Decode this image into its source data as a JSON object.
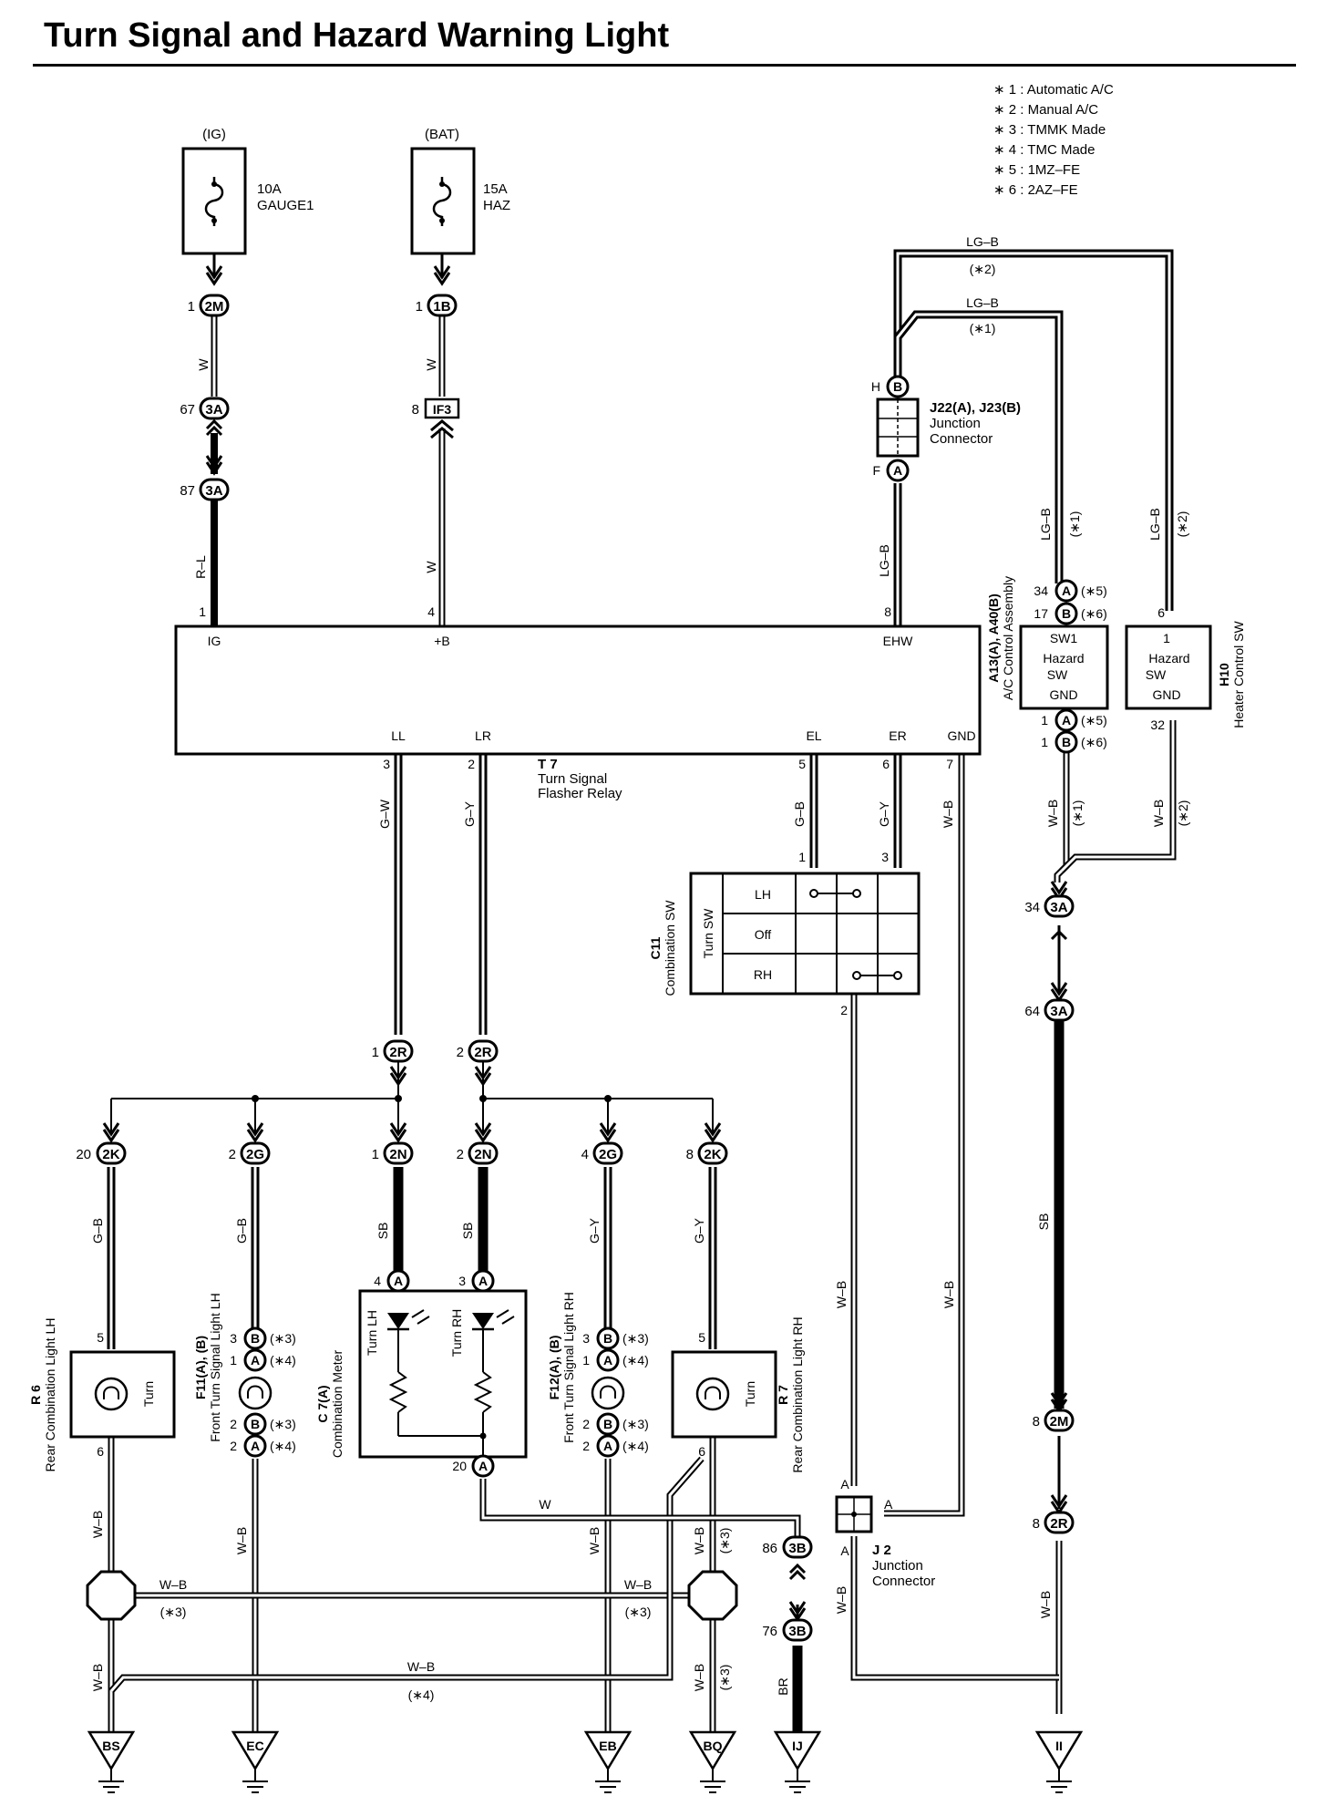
{
  "title": "Turn Signal and Hazard Warning Light",
  "notes": [
    "∗ 1 : Automatic A/C",
    "∗ 2 : Manual A/C",
    "∗ 3 : TMMK Made",
    "∗ 4 : TMC Made",
    "∗ 5 : 1MZ–FE",
    "∗ 6 : 2AZ–FE"
  ],
  "fuses": {
    "ig": {
      "source": "(IG)",
      "rating": "10A",
      "name": "GAUGE1"
    },
    "bat": {
      "source": "(BAT)",
      "rating": "15A",
      "name": "HAZ"
    }
  },
  "connectors": {
    "c2M": "2M",
    "c1B": "1B",
    "c3A": "3A",
    "cIF3": "IF3",
    "cB": "B",
    "cA": "A",
    "c2R": "2R",
    "c2K": "2K",
    "c2G": "2G",
    "c2N": "2N",
    "c3B": "3B"
  },
  "pins": {
    "p1": "1",
    "p67": "67",
    "p87": "87",
    "p8": "8",
    "p4": "4",
    "p3": "3",
    "p2": "2",
    "p5": "5",
    "p6": "6",
    "p7": "7",
    "p34": "34",
    "p17": "17",
    "p32": "32",
    "p64": "64",
    "p20": "20",
    "p86": "86",
    "p76": "76",
    "pH": "H",
    "pF": "F"
  },
  "wires": {
    "W": "W",
    "RL": "R–L",
    "LGB": "LG–B",
    "GW": "G–W",
    "GY": "G–Y",
    "GB": "G–B",
    "WB": "W–B",
    "SB": "SB",
    "BR": "BR"
  },
  "notes_marks": {
    "n1": "(∗1)",
    "n2": "(∗2)",
    "n3": "(∗3)",
    "n4": "(∗4)",
    "n5": "(∗5)",
    "n6": "(∗6)"
  },
  "relay": {
    "terminals": {
      "ig": "IG",
      "b": "+B",
      "ehw": "EHW",
      "ll": "LL",
      "lr": "LR",
      "el": "EL",
      "er": "ER",
      "gnd": "GND"
    },
    "id": "T 7",
    "name": "Turn Signal",
    "name2": "Flasher Relay"
  },
  "junction_j22": {
    "id": "J22(A), J23(B)",
    "name": "Junction",
    "name2": "Connector"
  },
  "ac_control": {
    "id": "A13(A), A40(B)",
    "name": "A/C Control Assembly",
    "sw1": "SW1",
    "hazard": "Hazard",
    "sw": "SW",
    "gnd": "GND"
  },
  "heater": {
    "id": "H10",
    "name": "Heater Control SW",
    "pin": "1",
    "hazard": "Hazard",
    "sw": "SW",
    "gnd": "GND"
  },
  "combination_sw": {
    "id": "C11",
    "name": "Combination SW",
    "turn_sw": "Turn SW",
    "lh": "LH",
    "off": "Off",
    "rh": "RH"
  },
  "meter": {
    "id": "C 7(A)",
    "name": "Combination Meter",
    "turn_lh": "Turn LH",
    "turn_rh": "Turn RH"
  },
  "rear_lh": {
    "id": "R 6",
    "name": "Rear Combination Light LH",
    "turn": "Turn"
  },
  "rear_rh": {
    "id": "R 7",
    "name": "Rear Combination Light RH",
    "turn": "Turn"
  },
  "front_lh": {
    "id": "F11(A), (B)",
    "name": "Front Turn Signal Light LH"
  },
  "front_rh": {
    "id": "F12(A), (B)",
    "name": "Front Turn Signal Light RH"
  },
  "junction_j2": {
    "id": "J 2",
    "name": "Junction",
    "name2": "Connector",
    "pin": "A"
  },
  "grounds": {
    "bs": "BS",
    "ec": "EC",
    "eb": "EB",
    "bq": "BQ",
    "ij": "IJ",
    "ii": "II"
  }
}
